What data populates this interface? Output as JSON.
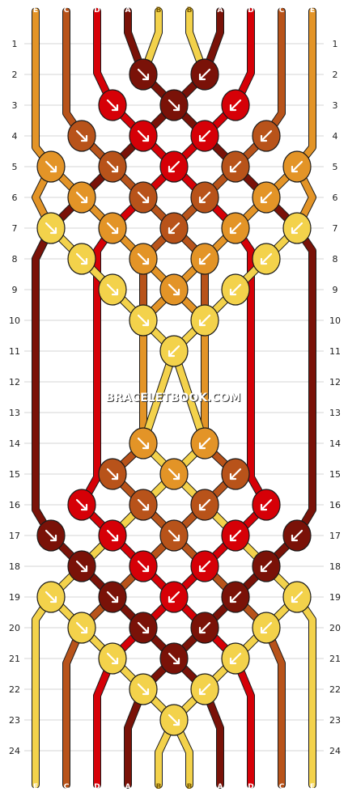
{
  "watermark": "BRACELETBOOK.COM",
  "colors": {
    "E": "#E39427",
    "C": "#B8531A",
    "D": "#D60007",
    "A": "#7A1208",
    "B": "#F3D24B"
  },
  "strands_top": [
    "E",
    "C",
    "D",
    "A",
    "B",
    "B",
    "A",
    "D",
    "C",
    "E"
  ],
  "strands_bottom": [
    "E",
    "C",
    "D",
    "A",
    "B",
    "B",
    "A",
    "D",
    "C",
    "E"
  ],
  "row_labels": [
    "1",
    "2",
    "3",
    "4",
    "5",
    "6",
    "7",
    "8",
    "9",
    "10",
    "11",
    "12",
    "13",
    "14",
    "15",
    "16",
    "17",
    "18",
    "19",
    "20",
    "21",
    "22",
    "23",
    "24"
  ],
  "knots": [
    {
      "row": 2,
      "col": 3,
      "color": "A",
      "arrow": "dr"
    },
    {
      "row": 2,
      "col": 5,
      "color": "A",
      "arrow": "dl"
    },
    {
      "row": 3,
      "col": 2,
      "color": "D",
      "arrow": "dr"
    },
    {
      "row": 3,
      "col": 4,
      "color": "A",
      "arrow": "dr"
    },
    {
      "row": 3,
      "col": 6,
      "color": "D",
      "arrow": "dl"
    },
    {
      "row": 4,
      "col": 1,
      "color": "C",
      "arrow": "dr"
    },
    {
      "row": 4,
      "col": 3,
      "color": "D",
      "arrow": "dr"
    },
    {
      "row": 4,
      "col": 5,
      "color": "D",
      "arrow": "dl"
    },
    {
      "row": 4,
      "col": 7,
      "color": "C",
      "arrow": "dl"
    },
    {
      "row": 5,
      "col": 0,
      "color": "E",
      "arrow": "dr"
    },
    {
      "row": 5,
      "col": 2,
      "color": "C",
      "arrow": "dr"
    },
    {
      "row": 5,
      "col": 4,
      "color": "D",
      "arrow": "dl"
    },
    {
      "row": 5,
      "col": 6,
      "color": "C",
      "arrow": "dl"
    },
    {
      "row": 5,
      "col": 8,
      "color": "E",
      "arrow": "dl"
    },
    {
      "row": 6,
      "col": 1,
      "color": "E",
      "arrow": "dr"
    },
    {
      "row": 6,
      "col": 3,
      "color": "C",
      "arrow": "dr"
    },
    {
      "row": 6,
      "col": 5,
      "color": "C",
      "arrow": "dl"
    },
    {
      "row": 6,
      "col": 7,
      "color": "E",
      "arrow": "dl"
    },
    {
      "row": 7,
      "col": 0,
      "color": "B",
      "arrow": "dr"
    },
    {
      "row": 7,
      "col": 2,
      "color": "E",
      "arrow": "dr"
    },
    {
      "row": 7,
      "col": 4,
      "color": "C",
      "arrow": "dl"
    },
    {
      "row": 7,
      "col": 6,
      "color": "E",
      "arrow": "dl"
    },
    {
      "row": 7,
      "col": 8,
      "color": "B",
      "arrow": "dl"
    },
    {
      "row": 8,
      "col": 1,
      "color": "B",
      "arrow": "dr"
    },
    {
      "row": 8,
      "col": 3,
      "color": "E",
      "arrow": "dr"
    },
    {
      "row": 8,
      "col": 5,
      "color": "E",
      "arrow": "dl"
    },
    {
      "row": 8,
      "col": 7,
      "color": "B",
      "arrow": "dl"
    },
    {
      "row": 9,
      "col": 2,
      "color": "B",
      "arrow": "dr"
    },
    {
      "row": 9,
      "col": 4,
      "color": "E",
      "arrow": "dr"
    },
    {
      "row": 9,
      "col": 6,
      "color": "B",
      "arrow": "dl"
    },
    {
      "row": 10,
      "col": 3,
      "color": "B",
      "arrow": "dr"
    },
    {
      "row": 10,
      "col": 5,
      "color": "B",
      "arrow": "dl"
    },
    {
      "row": 11,
      "col": 4,
      "color": "B",
      "arrow": "dl"
    },
    {
      "row": 14,
      "col": 3,
      "color": "E",
      "arrow": "dr"
    },
    {
      "row": 14,
      "col": 5,
      "color": "E",
      "arrow": "dl"
    },
    {
      "row": 15,
      "col": 2,
      "color": "C",
      "arrow": "dr"
    },
    {
      "row": 15,
      "col": 4,
      "color": "E",
      "arrow": "dr"
    },
    {
      "row": 15,
      "col": 6,
      "color": "C",
      "arrow": "dl"
    },
    {
      "row": 16,
      "col": 1,
      "color": "D",
      "arrow": "dr"
    },
    {
      "row": 16,
      "col": 3,
      "color": "C",
      "arrow": "dr"
    },
    {
      "row": 16,
      "col": 5,
      "color": "C",
      "arrow": "dl"
    },
    {
      "row": 16,
      "col": 7,
      "color": "D",
      "arrow": "dl"
    },
    {
      "row": 17,
      "col": 0,
      "color": "A",
      "arrow": "dr"
    },
    {
      "row": 17,
      "col": 2,
      "color": "D",
      "arrow": "dr"
    },
    {
      "row": 17,
      "col": 4,
      "color": "C",
      "arrow": "dr"
    },
    {
      "row": 17,
      "col": 6,
      "color": "D",
      "arrow": "dl"
    },
    {
      "row": 17,
      "col": 8,
      "color": "A",
      "arrow": "dl"
    },
    {
      "row": 18,
      "col": 1,
      "color": "A",
      "arrow": "dr"
    },
    {
      "row": 18,
      "col": 3,
      "color": "D",
      "arrow": "dr"
    },
    {
      "row": 18,
      "col": 5,
      "color": "D",
      "arrow": "dl"
    },
    {
      "row": 18,
      "col": 7,
      "color": "A",
      "arrow": "dl"
    },
    {
      "row": 19,
      "col": 0,
      "color": "B",
      "arrow": "dr"
    },
    {
      "row": 19,
      "col": 2,
      "color": "A",
      "arrow": "dr"
    },
    {
      "row": 19,
      "col": 4,
      "color": "D",
      "arrow": "dl"
    },
    {
      "row": 19,
      "col": 6,
      "color": "A",
      "arrow": "dl"
    },
    {
      "row": 19,
      "col": 8,
      "color": "B",
      "arrow": "dl"
    },
    {
      "row": 20,
      "col": 1,
      "color": "B",
      "arrow": "dr"
    },
    {
      "row": 20,
      "col": 3,
      "color": "A",
      "arrow": "dr"
    },
    {
      "row": 20,
      "col": 5,
      "color": "A",
      "arrow": "dl"
    },
    {
      "row": 20,
      "col": 7,
      "color": "B",
      "arrow": "dl"
    },
    {
      "row": 21,
      "col": 2,
      "color": "B",
      "arrow": "dr"
    },
    {
      "row": 21,
      "col": 4,
      "color": "A",
      "arrow": "dr"
    },
    {
      "row": 21,
      "col": 6,
      "color": "B",
      "arrow": "dl"
    },
    {
      "row": 22,
      "col": 3,
      "color": "B",
      "arrow": "dr"
    },
    {
      "row": 22,
      "col": 5,
      "color": "B",
      "arrow": "dl"
    },
    {
      "row": 23,
      "col": 4,
      "color": "B",
      "arrow": "dr"
    }
  ]
}
